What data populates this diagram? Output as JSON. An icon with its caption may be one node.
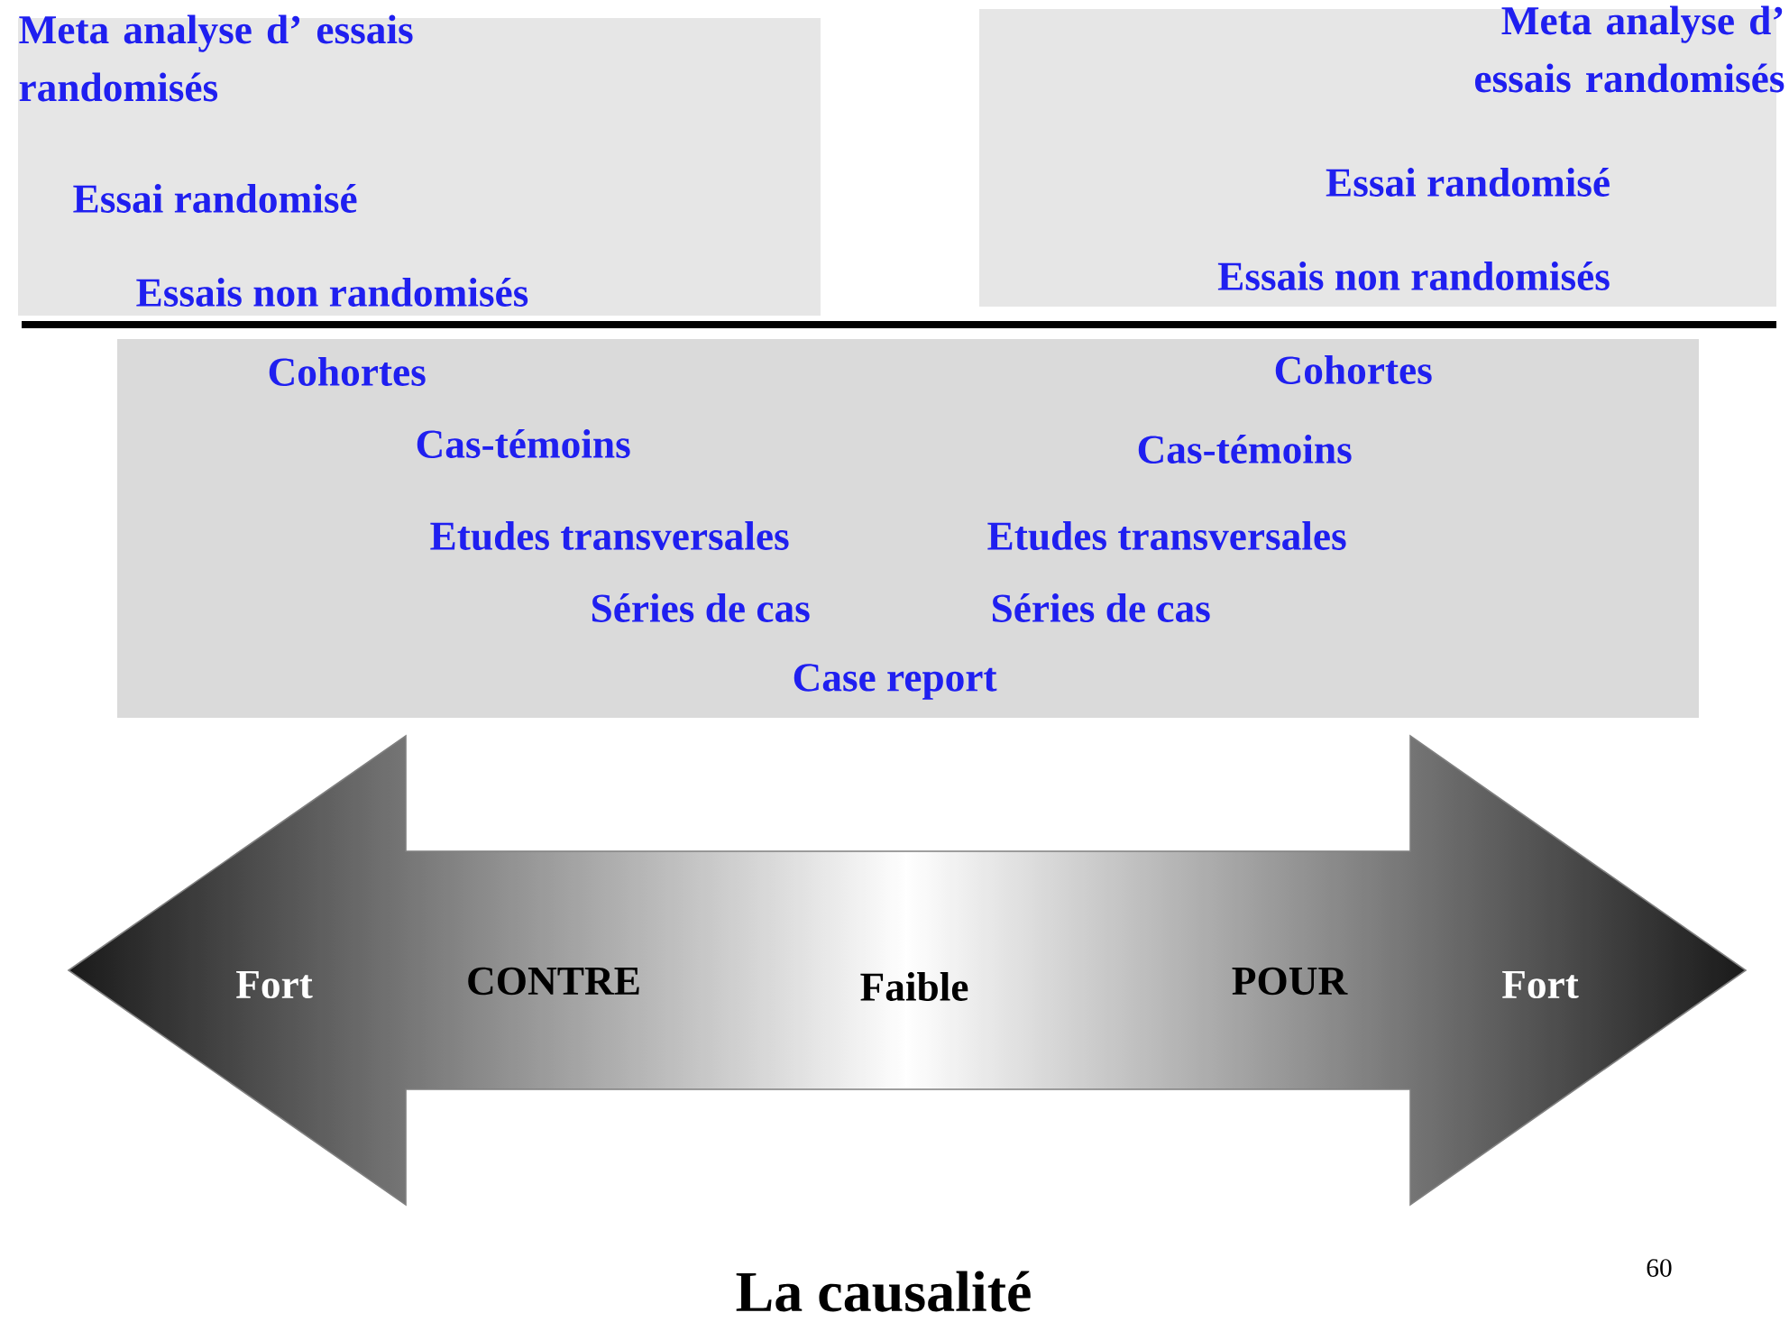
{
  "diagram": {
    "title": "La causalité",
    "nodes": [
      {
        "text": [
          "Meta analyse  d’ essais randomisés",
          "Essai randomisé",
          "Essais non randomisés"
        ]
      },
      {
        "text": [
          "Meta analyse  d’ essais randomisés",
          "Essai randomisé",
          "Essais non randomisés"
        ]
      },
      {
        "text": [
          "Cohortes",
          "Cohortes",
          "Cas-témoins",
          "Cas-témoins",
          "Etudes transversales",
          "Etudes transversales",
          "Séries de cas",
          "Séries de cas",
          "Case report"
        ]
      },
      {
        "text": [
          "Fort",
          "CONTRE",
          "Faible",
          "POUR",
          "Fort"
        ]
      }
    ],
    "labels": [
      "60"
    ]
  }
}
